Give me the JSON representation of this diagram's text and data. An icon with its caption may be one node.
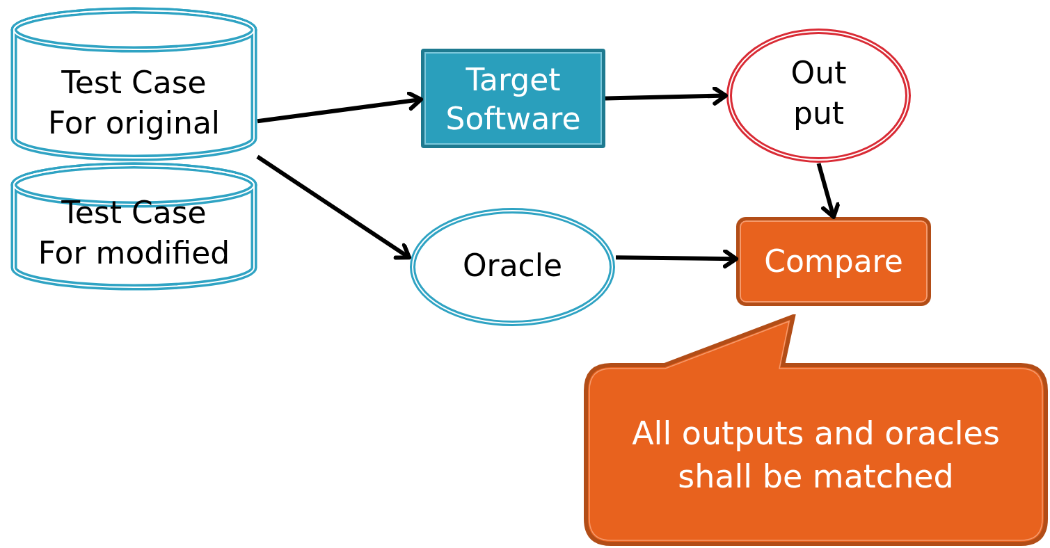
{
  "diagram": {
    "nodes": [
      {
        "text": [
          "Test Case For original"
        ]
      },
      {
        "text": [
          "Test Case For modified"
        ]
      },
      {
        "text": [
          "Target Software"
        ]
      },
      {
        "text": [
          "Out put"
        ]
      },
      {
        "text": [
          "Oracle"
        ]
      },
      {
        "text": [
          "Compare"
        ]
      },
      {
        "text": [
          "All outputs and oracles shall be matched"
        ]
      }
    ],
    "edges": [
      {
        "from": 0,
        "to": 2,
        "arrow": "to"
      },
      {
        "from": 0,
        "to": 4,
        "arrow": "to"
      },
      {
        "from": 2,
        "to": 3,
        "arrow": "to"
      },
      {
        "from": 3,
        "to": 5,
        "arrow": "to"
      },
      {
        "from": 4,
        "to": 5,
        "arrow": "to"
      }
    ]
  }
}
